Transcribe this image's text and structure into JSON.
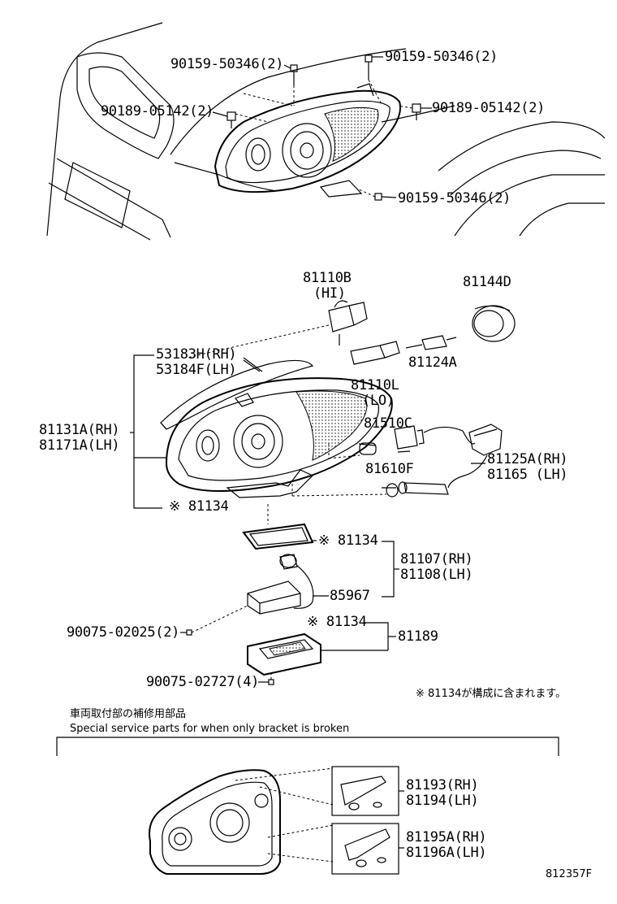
{
  "labels": {
    "p1": "90159-50346(2)",
    "p2": "90159-50346(2)",
    "p3": "90189-05142(2)",
    "p4": "90189-05142(2)",
    "p5": "90159-50346(2)",
    "p6": "81110B",
    "p6s": "(HI)",
    "p7": "81144D",
    "p8": "53183H(RH)",
    "p9": "53184F(LH)",
    "p10": "81124A",
    "p11": "81110L",
    "p11s": "(LO)",
    "p12": "81131A(RH)",
    "p13": "81171A(LH)",
    "p14": "81510C",
    "p15": "81125A(RH)",
    "p16": "81165 (LH)",
    "p17": "81610F",
    "p18": "※ 81134",
    "p19": "※ 81134",
    "p20": "81107(RH)",
    "p21": "81108(LH)",
    "p22": "85967",
    "p23": "90075-02025(2)",
    "p24": "※ 81134",
    "p25": "81189",
    "p26": "90075-02727(4)",
    "p27": "81193(RH)",
    "p28": "81194(LH)",
    "p29": "81195A(RH)",
    "p30": "81196A(LH)"
  },
  "notes": {
    "footnote": "※ 81134が構成に含まれます。",
    "section_jp": "車両取付部の補修用部品",
    "section_en": "Special service parts for when only bracket is broken",
    "diagram_code": "812357F"
  }
}
